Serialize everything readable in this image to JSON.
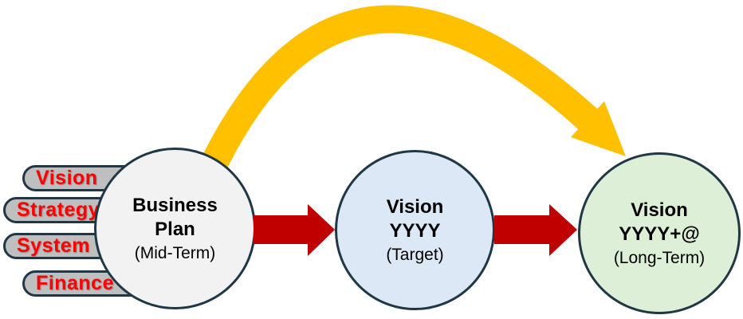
{
  "diagram": {
    "tags": [
      {
        "label": "Vision"
      },
      {
        "label": "Strategy"
      },
      {
        "label": "System"
      },
      {
        "label": "Finance"
      }
    ],
    "nodes": [
      {
        "title_line1": "Business",
        "title_line2": "Plan",
        "subtitle": "(Mid-Term)"
      },
      {
        "title_line1": "Vision",
        "title_line2": "YYYY",
        "subtitle": "(Target)"
      },
      {
        "title_line1": "Vision",
        "title_line2": "YYYY+@",
        "subtitle": "(Long-Term)"
      }
    ],
    "colors": {
      "tag_fill": "#BFBFBF",
      "tag_text": "#FF0000",
      "outline": "#203845",
      "node1_fill": "#F2F2F2",
      "node2_fill": "#DCE8F5",
      "node3_fill": "#DDEFD6",
      "arrow_red": "#C00000",
      "arc_yellow": "#FFC000"
    }
  }
}
